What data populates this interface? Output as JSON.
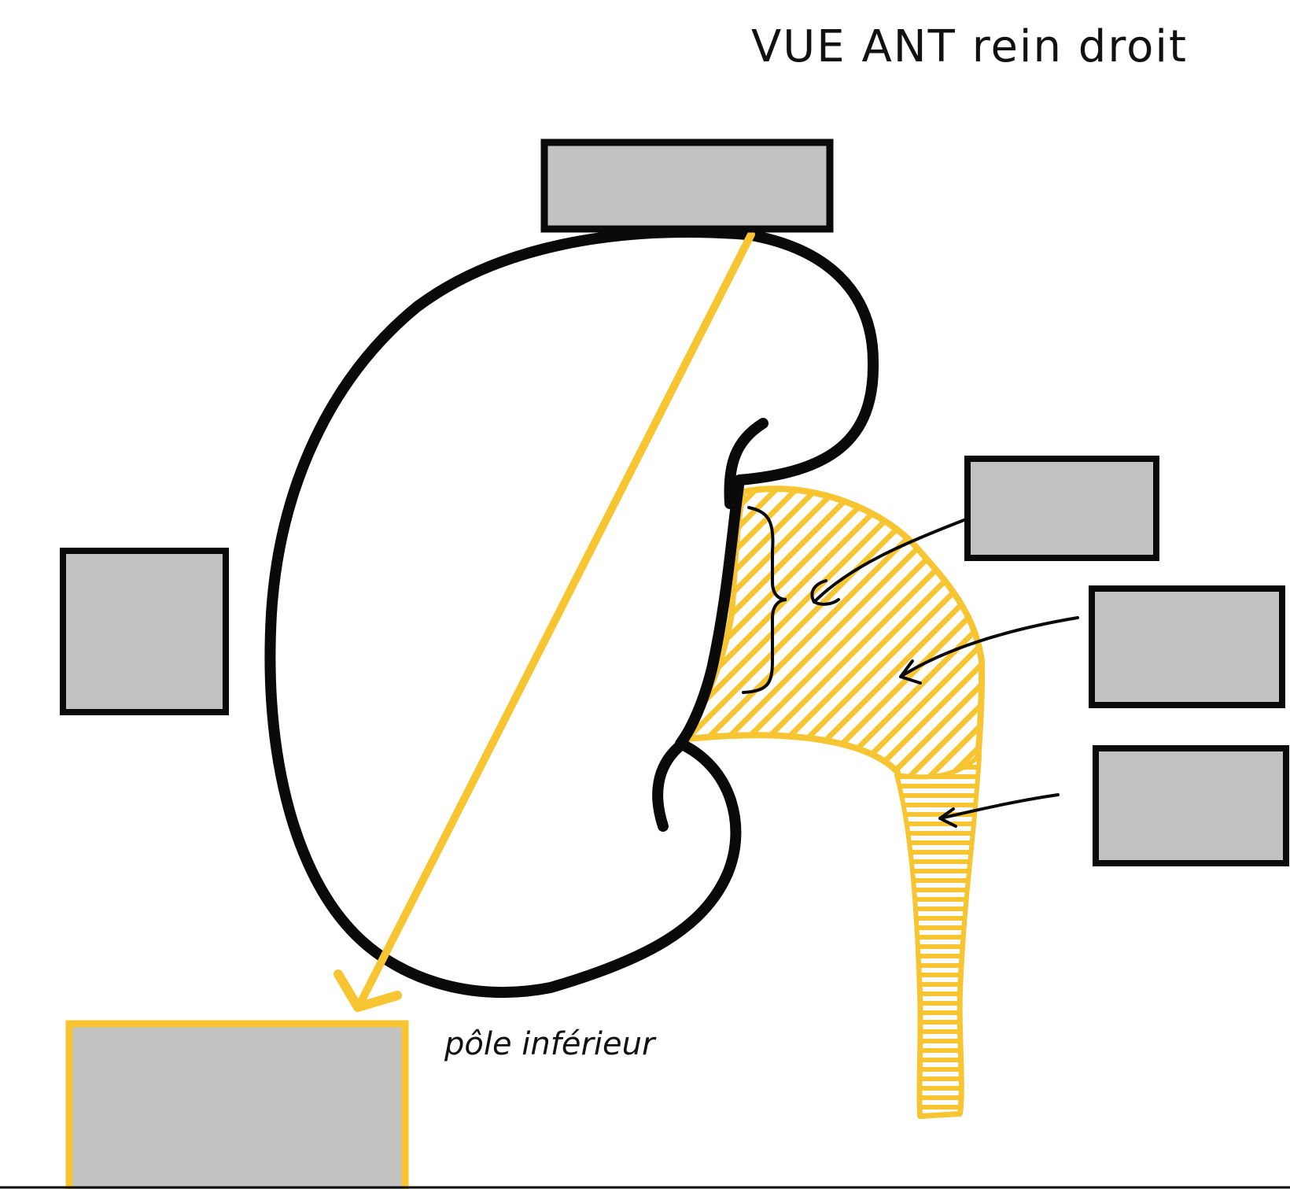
{
  "title": "VUE ANT rein droit",
  "labels": {
    "lower_pole": "pôle inférieur"
  },
  "colors": {
    "outline": "#0a0a0a",
    "accent": "#f6c531",
    "label_box_fill": "#c2c2c2",
    "label_box_border": "#0a0a0a",
    "highlighted_box_border": "#f6c531",
    "background": "#ffffff"
  },
  "answer_boxes": [
    {
      "id": "top-box",
      "value": ""
    },
    {
      "id": "left-box",
      "value": ""
    },
    {
      "id": "right-box-1",
      "value": ""
    },
    {
      "id": "right-box-2",
      "value": ""
    },
    {
      "id": "right-box-3",
      "value": ""
    },
    {
      "id": "bottom-box",
      "value": ""
    }
  ]
}
